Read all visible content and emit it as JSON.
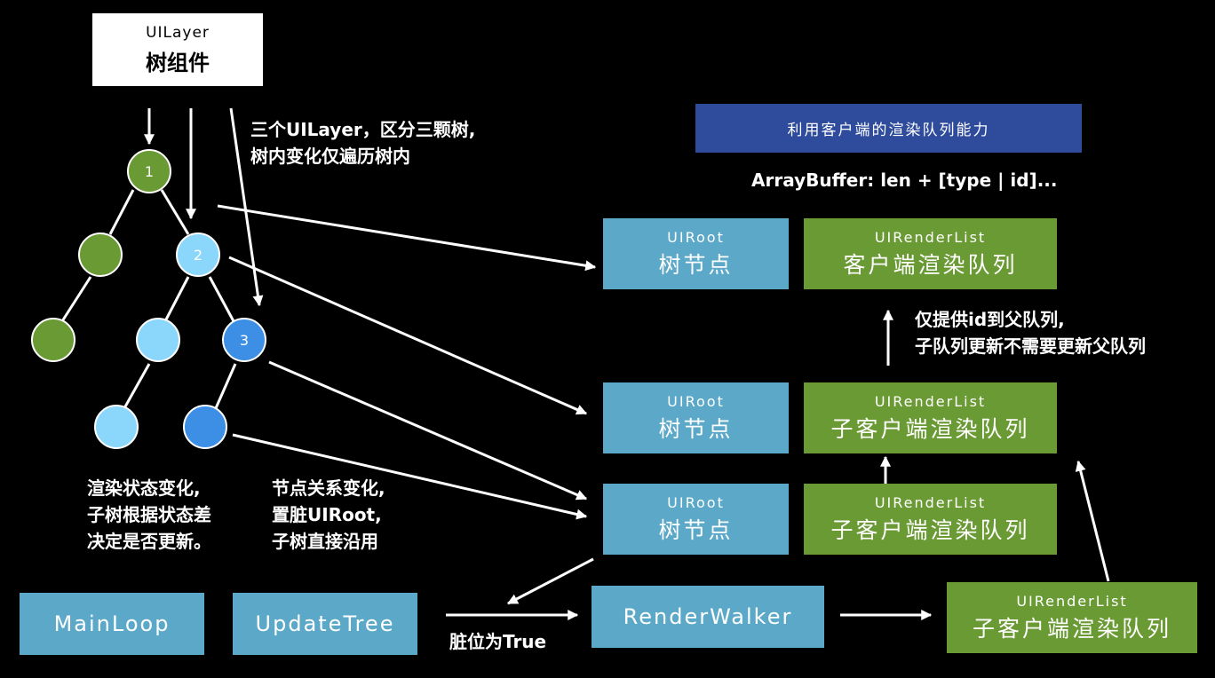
{
  "uilayer": {
    "title": "UILayer",
    "subtitle": "树组件"
  },
  "tree_note": [
    "三个UILayer，区分三颗树,",
    "树内变化仅遍历树内"
  ],
  "nodes": {
    "n1": "1",
    "n2": "2",
    "n3": "3"
  },
  "banner": "利用客户端的渲染队列能力",
  "arraybuffer": "ArrayBuffer: len + [type | id]...",
  "uiroot": {
    "title": "UIRoot",
    "subtitle": "树节点"
  },
  "renderlist": {
    "title": "UIRenderList",
    "top": "客户端渲染队列",
    "child": "子客户端渲染队列"
  },
  "parent_note": [
    "仅提供id到父队列,",
    "子队列更新不需要更新父队列"
  ],
  "left_note": [
    "渲染状态变化,",
    "子树根据状态差",
    "决定是否更新。"
  ],
  "middle_note": [
    "节点关系变化,",
    "置脏UIRoot,",
    "子树直接沿用"
  ],
  "bottom": {
    "mainloop": "MainLoop",
    "updatetree": "UpdateTree",
    "renderwalker": "RenderWalker",
    "dirty_label": "脏位为True"
  },
  "colors": {
    "blue": "#5ba8c8",
    "green": "#6a9a33",
    "banner": "#2e4b9c",
    "light_blue": "#8ad7fb",
    "mid_blue": "#3d8fe6"
  }
}
